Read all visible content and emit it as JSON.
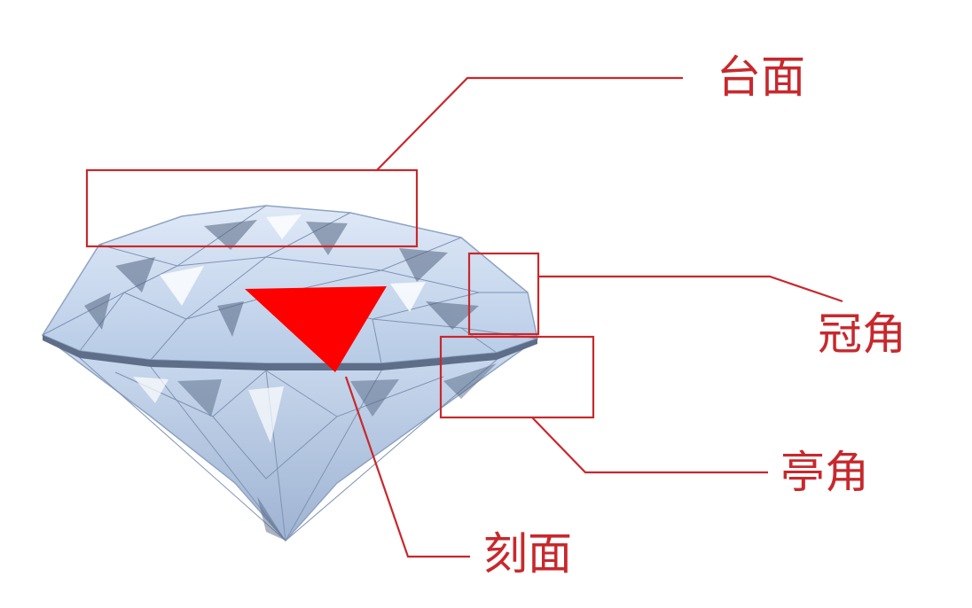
{
  "labels": {
    "table": "台面",
    "crown_angle": "冠角",
    "pavilion_angle": "亭角",
    "facet": "刻面"
  },
  "colors": {
    "annotation": "#c8282c",
    "highlight_facet": "#ff0000",
    "diamond_light": "#e8f0fb",
    "diamond_mid": "#a9bfdc",
    "diamond_dark": "#4a5a72"
  }
}
